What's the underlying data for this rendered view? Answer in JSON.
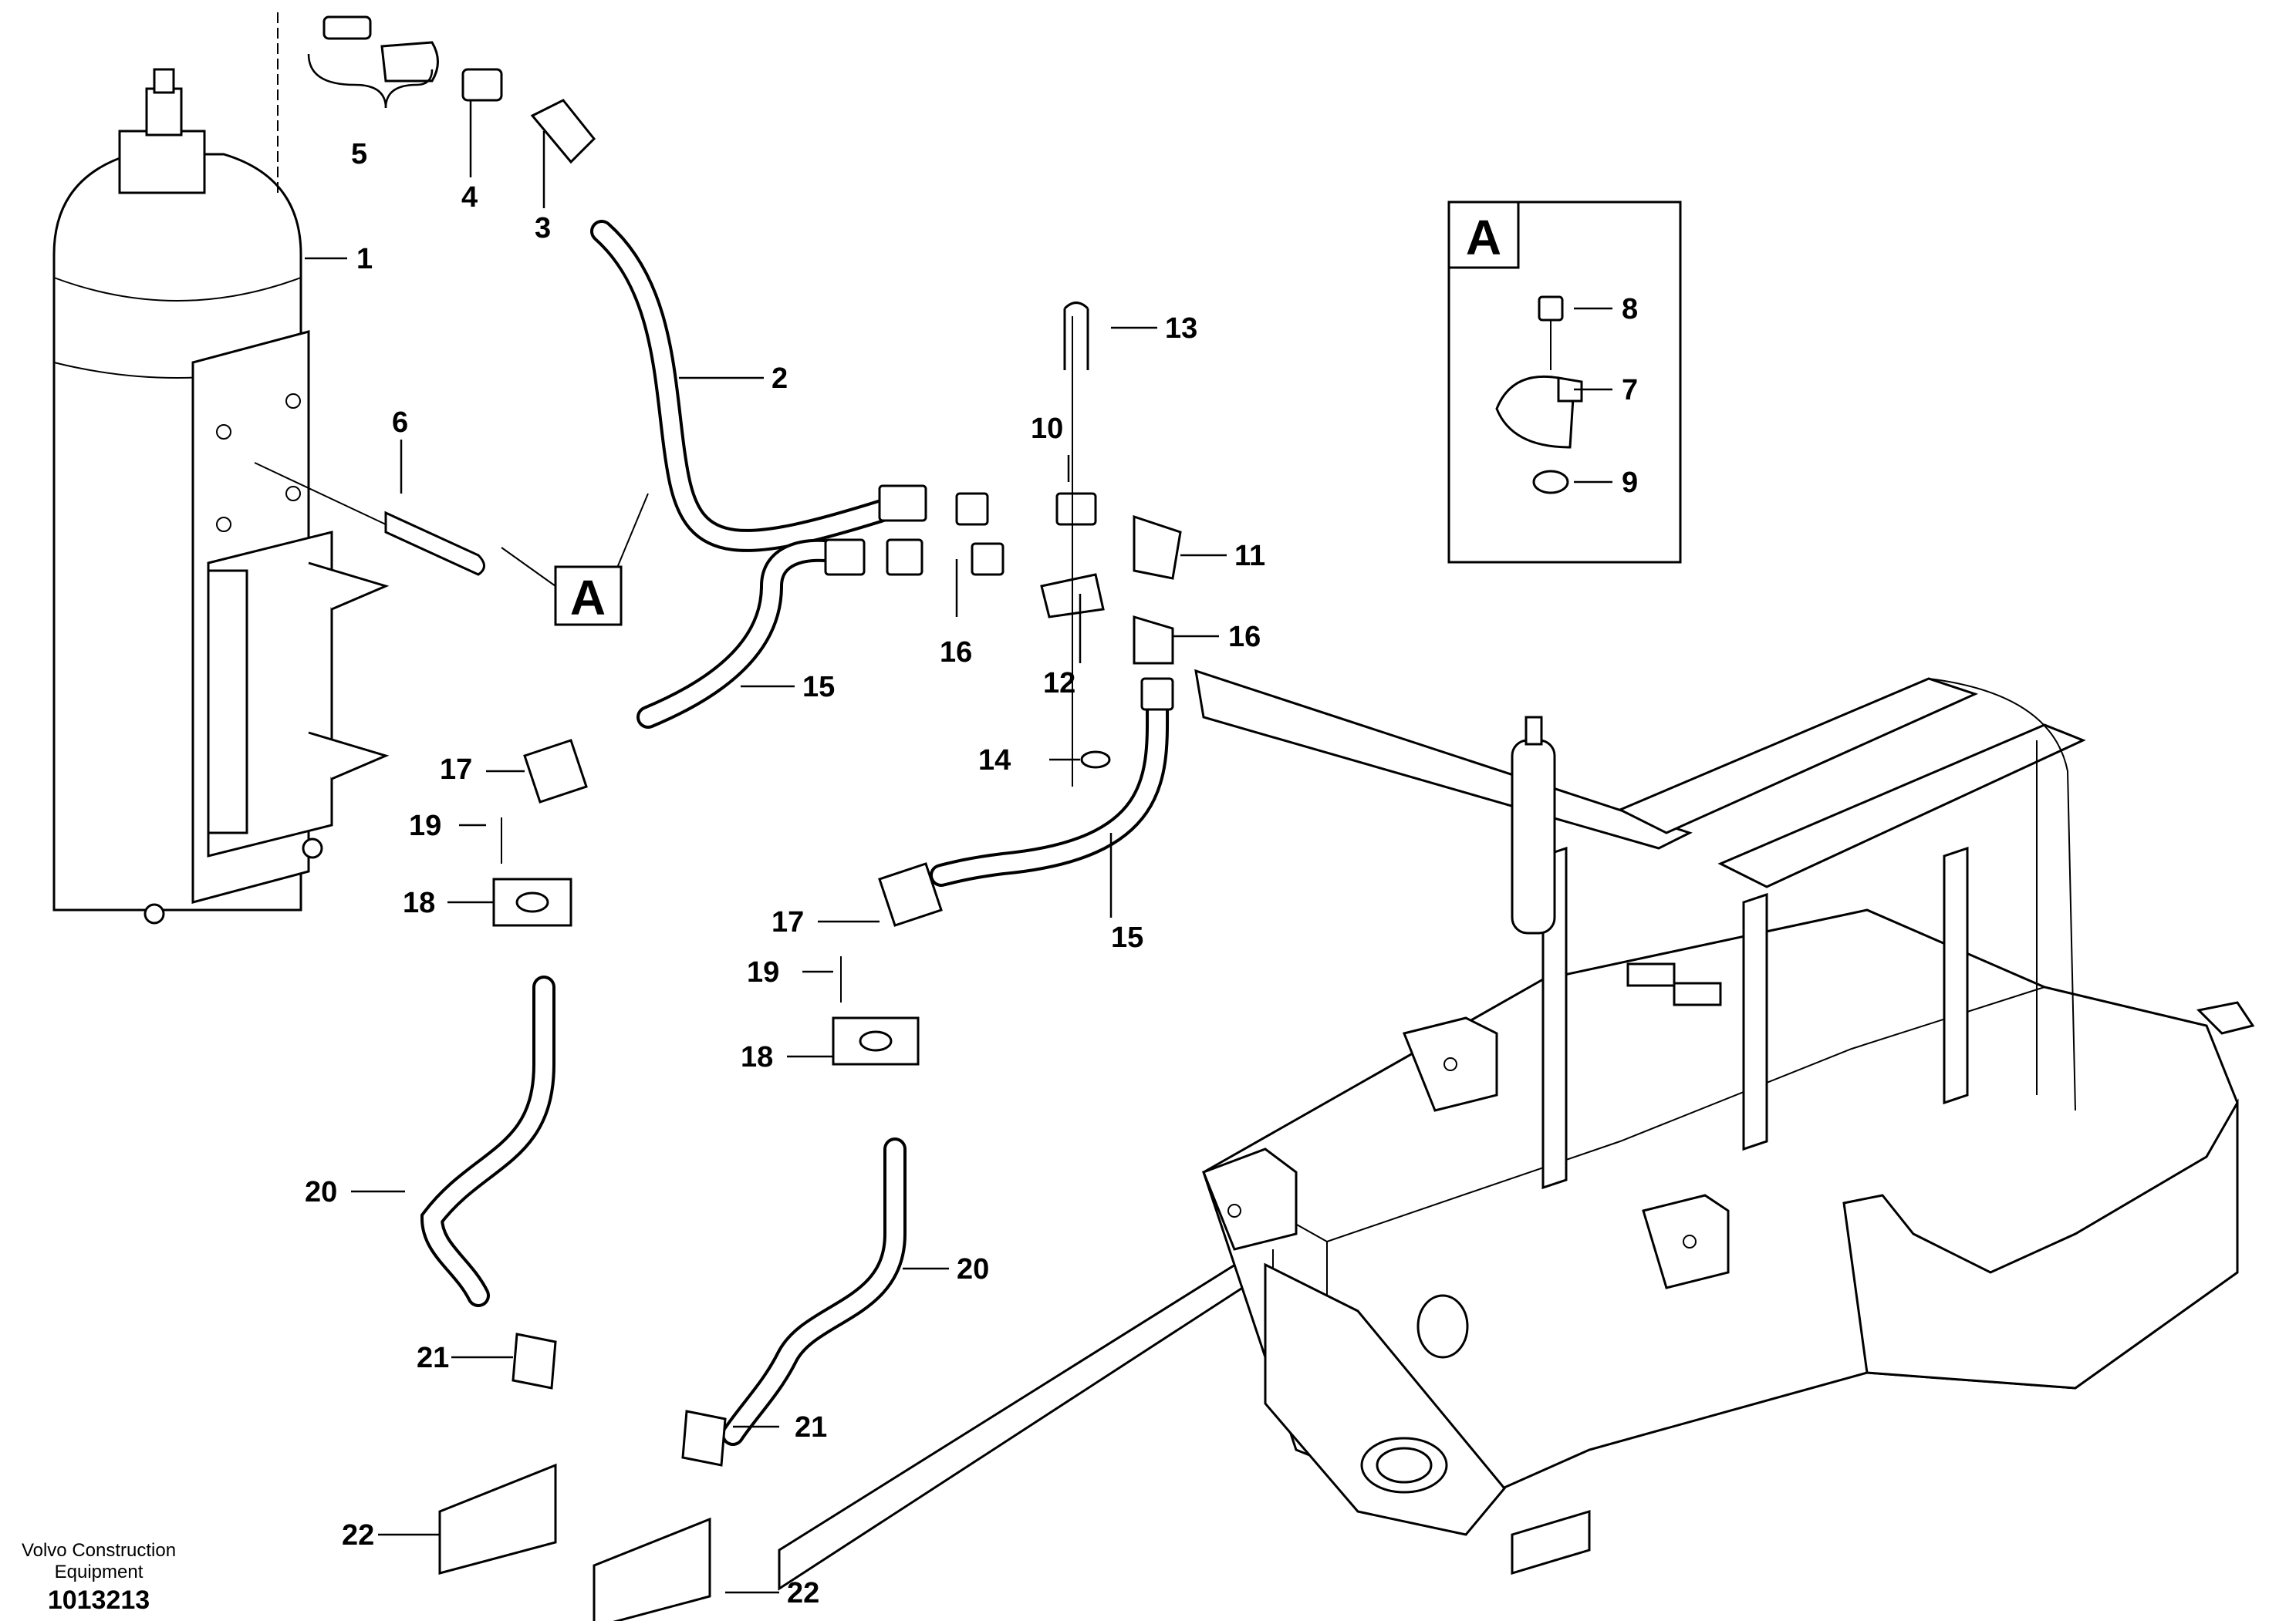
{
  "diagram": {
    "callouts": [
      "1",
      "2",
      "3",
      "4",
      "5",
      "6",
      "7",
      "8",
      "9",
      "10",
      "11",
      "12",
      "13",
      "14",
      "15",
      "16",
      "16",
      "17",
      "17",
      "18",
      "18",
      "19",
      "19",
      "20",
      "20",
      "21",
      "21",
      "22",
      "22"
    ],
    "detail_label": "A",
    "detail_box_label": "A"
  },
  "footer": {
    "company_line1": "Volvo Construction",
    "company_line2": "Equipment",
    "drawing_number": "1013213"
  }
}
